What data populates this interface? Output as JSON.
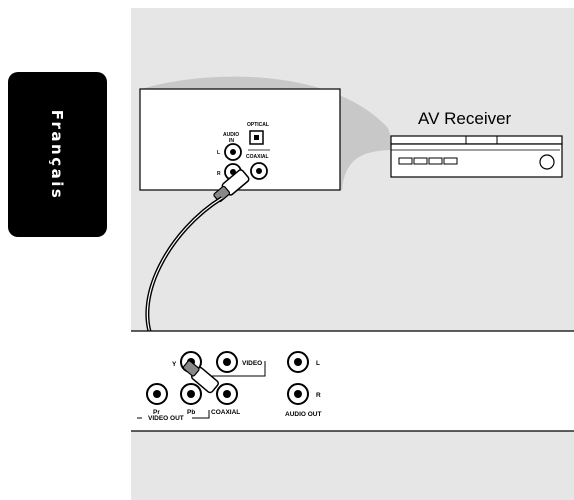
{
  "language_tab": {
    "label": "Français"
  },
  "receiver": {
    "title": "AV Receiver",
    "panel_labels": {
      "optical": "OPTICAL",
      "audio_in_line1": "AUDIO",
      "audio_in_line2": "IN",
      "left": "L",
      "right": "R",
      "coaxial": "COAXIAL"
    }
  },
  "player": {
    "labels": {
      "y": "Y",
      "video": "VIDEO",
      "pr": "Pr",
      "pb": "Pb",
      "video_out": "VIDEO  OUT",
      "coaxial": "COAXIAL",
      "left": "L",
      "right": "R",
      "audio_out": "AUDIO OUT"
    }
  },
  "colors": {
    "background_panel": "#e6e6e6",
    "ink": "#000000",
    "shadow": "#c8c8c8",
    "tab": "#000000"
  }
}
